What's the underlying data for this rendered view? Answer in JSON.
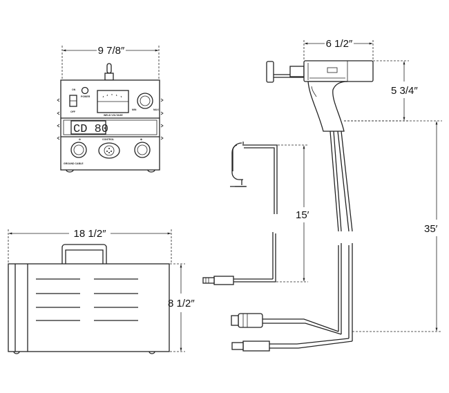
{
  "dimensions": {
    "unit_width": "9 7/8″",
    "case_width": "18 1/2″",
    "case_height": "8 1/2″",
    "gun_length": "6 1/2″",
    "gun_height": "5 3/4″",
    "ground_cable_length": "15′",
    "gun_cable_length": "35′"
  },
  "panel": {
    "display": "CD 80",
    "on_label": "ON",
    "power_label": "POWER",
    "off_label": "OFF",
    "meter_label": "WELD VOLTAGE",
    "min_label": "MIN",
    "max_label": "MAX",
    "control_label": "CONTROL",
    "ground_label": "GROUND CABLE"
  }
}
